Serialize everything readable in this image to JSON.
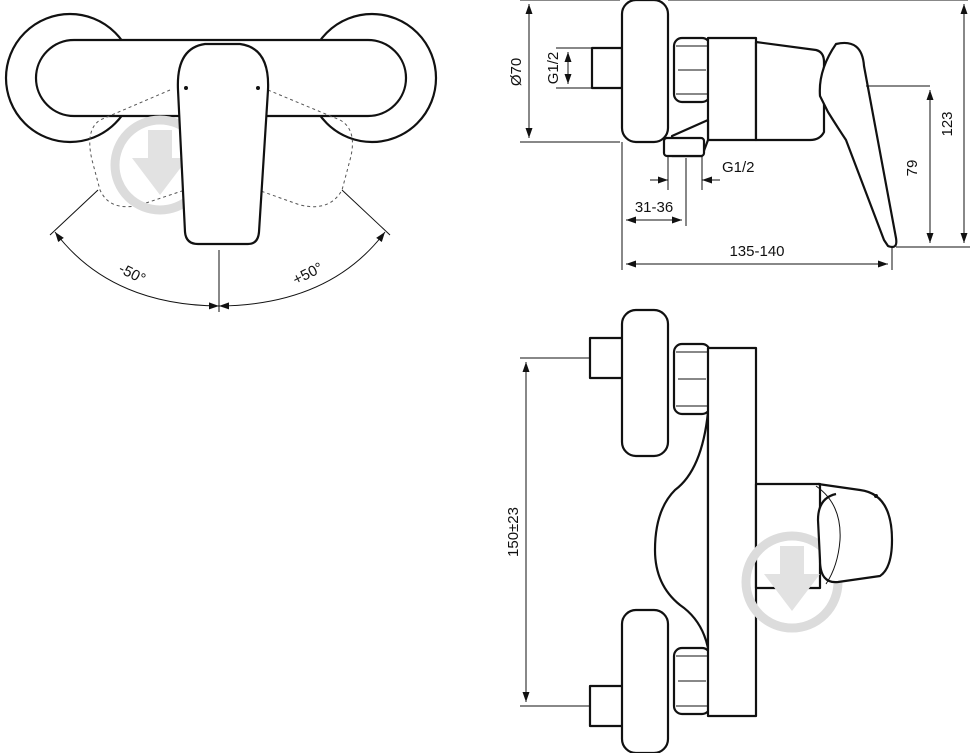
{
  "dimensions": {
    "angle_left": "-50°",
    "angle_right": "+50°",
    "diameter": "Ø70",
    "thread_inlet": "G1/2",
    "thread_outlet": "G1/2",
    "total_height": "123",
    "handle_height": "79",
    "outlet_offset": "31-36",
    "total_depth": "135-140",
    "center_distance": "150±23"
  },
  "colors": {
    "line": "#111111",
    "watermark": "#dcdcdc",
    "background": "#ffffff"
  },
  "icons": {
    "watermark": "arrow-down-circle-icon"
  }
}
